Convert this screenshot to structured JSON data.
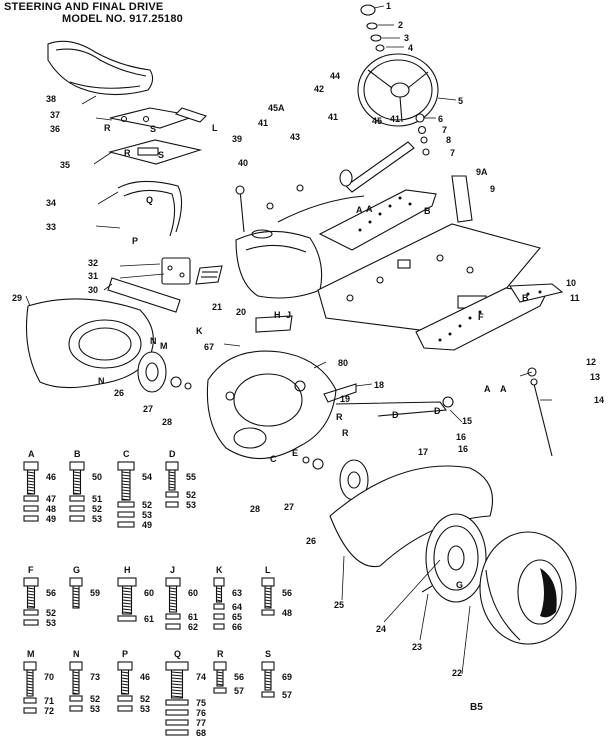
{
  "header": {
    "line1": "STEERING AND FINAL DRIVE",
    "line2": "MODEL NO. 917.25180"
  },
  "page_code": "B5",
  "callouts": [
    {
      "id": "c1",
      "text": "1"
    },
    {
      "id": "c2",
      "text": "2"
    },
    {
      "id": "c3",
      "text": "3"
    },
    {
      "id": "c4",
      "text": "4"
    },
    {
      "id": "c5",
      "text": "5"
    },
    {
      "id": "c6",
      "text": "6"
    },
    {
      "id": "c7a",
      "text": "7"
    },
    {
      "id": "c8",
      "text": "8"
    },
    {
      "id": "c7b",
      "text": "7"
    },
    {
      "id": "c9A",
      "text": "9A"
    },
    {
      "id": "c9",
      "text": "9"
    },
    {
      "id": "c10",
      "text": "10"
    },
    {
      "id": "c11",
      "text": "11"
    },
    {
      "id": "c12",
      "text": "12"
    },
    {
      "id": "c13",
      "text": "13"
    },
    {
      "id": "c14",
      "text": "14"
    },
    {
      "id": "c15",
      "text": "15"
    },
    {
      "id": "c16a",
      "text": "16"
    },
    {
      "id": "c16b",
      "text": "16"
    },
    {
      "id": "c17",
      "text": "17"
    },
    {
      "id": "c18",
      "text": "18"
    },
    {
      "id": "c19",
      "text": "19"
    },
    {
      "id": "c20",
      "text": "20"
    },
    {
      "id": "c21",
      "text": "21"
    },
    {
      "id": "c22",
      "text": "22"
    },
    {
      "id": "c23",
      "text": "23"
    },
    {
      "id": "c24",
      "text": "24"
    },
    {
      "id": "c25",
      "text": "25"
    },
    {
      "id": "c26a",
      "text": "26"
    },
    {
      "id": "c26b",
      "text": "26"
    },
    {
      "id": "c27a",
      "text": "27"
    },
    {
      "id": "c27b",
      "text": "27"
    },
    {
      "id": "c28a",
      "text": "28"
    },
    {
      "id": "c28b",
      "text": "28"
    },
    {
      "id": "c29",
      "text": "29"
    },
    {
      "id": "c30",
      "text": "30"
    },
    {
      "id": "c31",
      "text": "31"
    },
    {
      "id": "c32",
      "text": "32"
    },
    {
      "id": "c33",
      "text": "33"
    },
    {
      "id": "c34",
      "text": "34"
    },
    {
      "id": "c35",
      "text": "35"
    },
    {
      "id": "c36",
      "text": "36"
    },
    {
      "id": "c37",
      "text": "37"
    },
    {
      "id": "c38",
      "text": "38"
    },
    {
      "id": "c39",
      "text": "39"
    },
    {
      "id": "c40",
      "text": "40"
    },
    {
      "id": "c41a",
      "text": "41"
    },
    {
      "id": "c41b",
      "text": "41"
    },
    {
      "id": "c41c",
      "text": "41"
    },
    {
      "id": "c42",
      "text": "42"
    },
    {
      "id": "c43",
      "text": "43"
    },
    {
      "id": "c44",
      "text": "44"
    },
    {
      "id": "c45",
      "text": "45"
    },
    {
      "id": "c45A",
      "text": "45A"
    },
    {
      "id": "c67",
      "text": "67"
    },
    {
      "id": "c80",
      "text": "80"
    }
  ],
  "letters": [
    {
      "id": "lL",
      "text": "L"
    },
    {
      "id": "lR1",
      "text": "R"
    },
    {
      "id": "lS1",
      "text": "S"
    },
    {
      "id": "lR2",
      "text": "R"
    },
    {
      "id": "lS2",
      "text": "S"
    },
    {
      "id": "lQ",
      "text": "Q"
    },
    {
      "id": "lP",
      "text": "P"
    },
    {
      "id": "lK1",
      "text": "K"
    },
    {
      "id": "lM",
      "text": "M"
    },
    {
      "id": "lN1",
      "text": "N"
    },
    {
      "id": "lN2",
      "text": "N"
    },
    {
      "id": "lH1",
      "text": "H"
    },
    {
      "id": "lJ1",
      "text": "J"
    },
    {
      "id": "lA1",
      "text": "A"
    },
    {
      "id": "lA2",
      "text": "A"
    },
    {
      "id": "lB1",
      "text": "B"
    },
    {
      "id": "lB2",
      "text": "B"
    },
    {
      "id": "lF1",
      "text": "F"
    },
    {
      "id": "lA3",
      "text": "A"
    },
    {
      "id": "lA4",
      "text": "A"
    },
    {
      "id": "lR3",
      "text": "R"
    },
    {
      "id": "lR4",
      "text": "R"
    },
    {
      "id": "lD1",
      "text": "D"
    },
    {
      "id": "lD2",
      "text": "D"
    },
    {
      "id": "lG1",
      "text": "G"
    },
    {
      "id": "lC1",
      "text": "C"
    },
    {
      "id": "lE1",
      "text": "E"
    }
  ],
  "hardware": [
    {
      "letter": "A",
      "label": "46",
      "parts": [
        "47",
        "48",
        "49"
      ]
    },
    {
      "letter": "B",
      "label": "50",
      "parts": [
        "51",
        "52",
        "53"
      ]
    },
    {
      "letter": "C",
      "label": "54",
      "parts": [
        "52",
        "53",
        "49"
      ]
    },
    {
      "letter": "D",
      "label": "55",
      "parts": [
        "52",
        "53"
      ]
    },
    {
      "letter": "F",
      "label": "56",
      "parts": [
        "52",
        "53"
      ]
    },
    {
      "letter": "G",
      "label": "59",
      "parts": []
    },
    {
      "letter": "H",
      "label": "60",
      "parts": [
        "61"
      ]
    },
    {
      "letter": "J",
      "label": "60",
      "parts": [
        "61",
        "62"
      ]
    },
    {
      "letter": "K",
      "label": "63",
      "parts": [
        "64",
        "65",
        "66"
      ]
    },
    {
      "letter": "L",
      "label": "56",
      "parts": [
        "48"
      ]
    },
    {
      "letter": "M",
      "label": "70",
      "parts": [
        "71",
        "72"
      ]
    },
    {
      "letter": "N",
      "label": "73",
      "parts": [
        "52",
        "53"
      ]
    },
    {
      "letter": "P",
      "label": "46",
      "parts": [
        "52",
        "53"
      ]
    },
    {
      "letter": "Q",
      "label": "74",
      "parts": [
        "75",
        "76",
        "77",
        "68"
      ]
    },
    {
      "letter": "R",
      "label": "56",
      "parts": [
        "57"
      ]
    },
    {
      "letter": "S",
      "label": "69",
      "parts": [
        "57"
      ]
    }
  ]
}
